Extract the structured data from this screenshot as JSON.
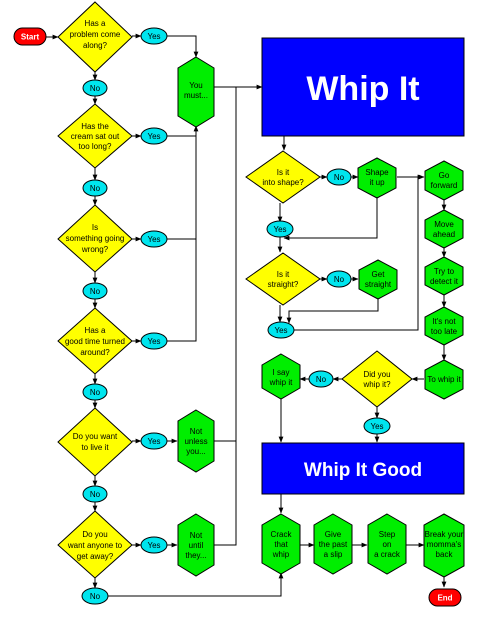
{
  "terminals": {
    "start": "Start",
    "end": "End"
  },
  "colors": {
    "decision": "#ffff00",
    "process": "#00ee00",
    "connector": "#00e5ee",
    "banner": "#0000ff",
    "terminal": "#ff0000"
  },
  "banners": {
    "whip_it": "Whip It",
    "whip_it_good": "Whip It Good"
  },
  "questions": [
    "Has a problem come along?",
    "Has the cream sat out too long?",
    "Is something going wrong?",
    "Has a good time turned around?",
    "Do you want to live it down?",
    "Do you want anyone to get away?"
  ],
  "answers": {
    "yes": "Yes",
    "no": "No"
  },
  "left_actions": {
    "you_must": "You must...",
    "not_unless": "Not unless you...",
    "not_until": "Not until they..."
  },
  "middle_questions": {
    "into_shape": "Is it into shape?",
    "straight": "Is it straight?",
    "did_you": "Did you whip it?"
  },
  "middle_actions": {
    "shape_it_up": "Shape it up",
    "get_straight": "Get straight",
    "i_say": "I say whip it"
  },
  "right_column": [
    "Go forward",
    "Move ahead",
    "Try to detect it",
    "It's not too late",
    "To whip it"
  ],
  "bottom_row": [
    "Crack that whip",
    "Give the past a slip",
    "Step on a crack",
    "Break your momma's back"
  ]
}
